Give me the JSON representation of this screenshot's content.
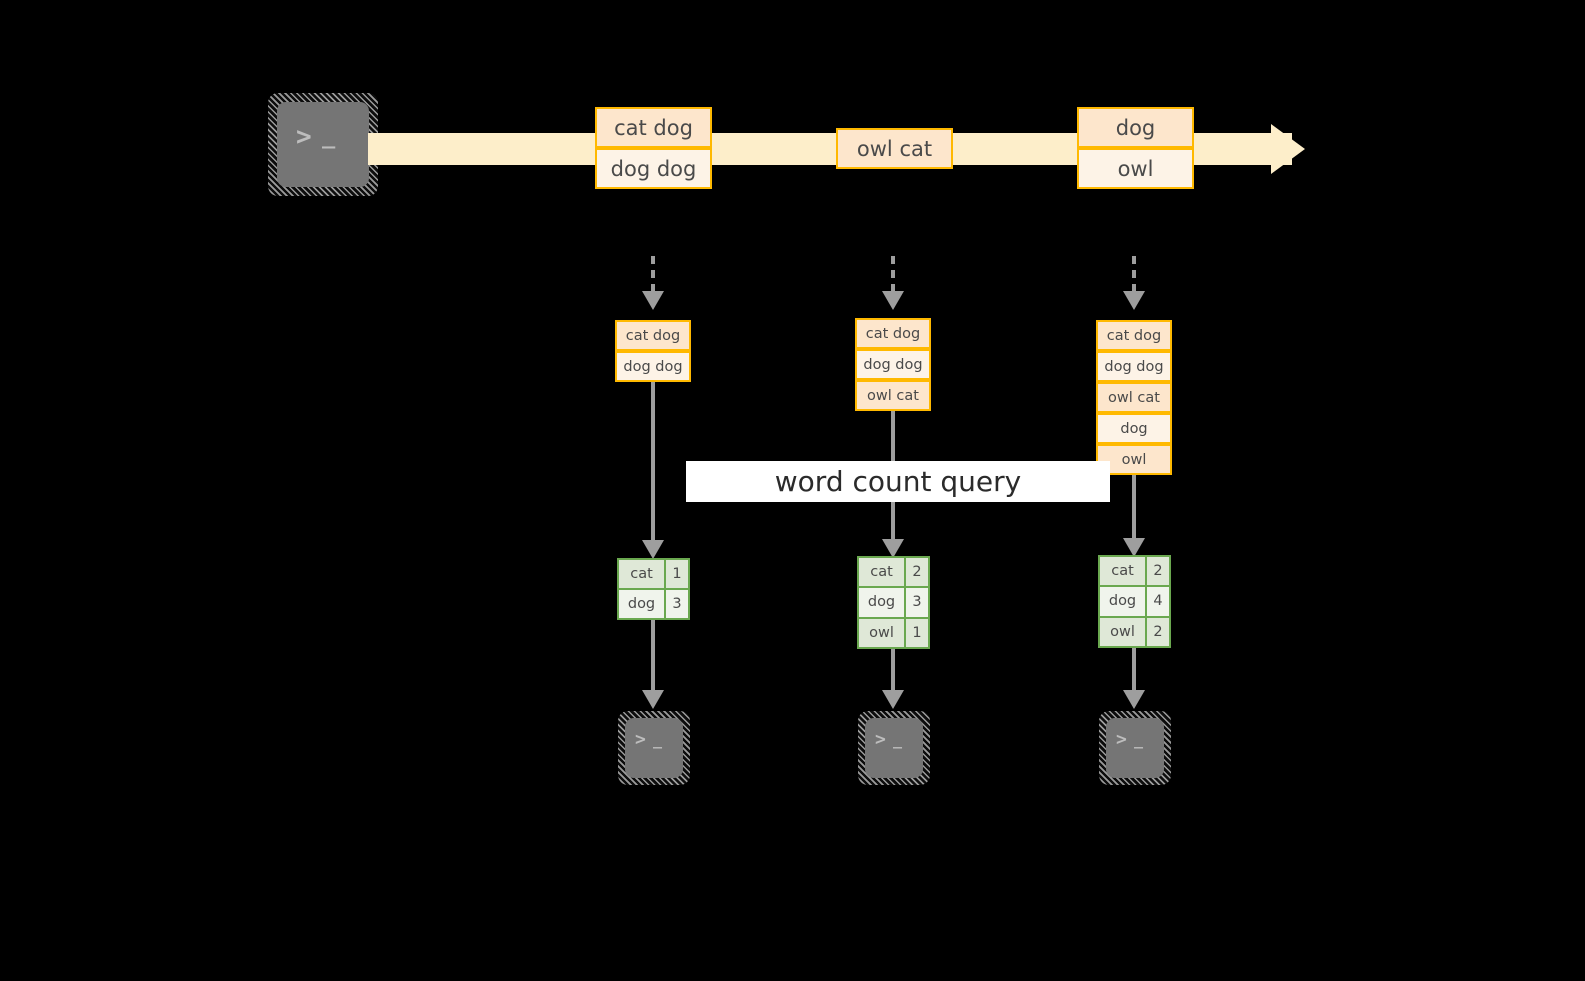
{
  "diagram": {
    "title": "word count streaming query",
    "colors": {
      "background": "#000000",
      "stream_fill": "#fdeeca",
      "record_border": "#ffb900",
      "record_fill_dark": "#fde6cc",
      "record_fill_light": "#fdf3e7",
      "table_border": "#6aa84f",
      "table_fill_dark": "#dfe8d7",
      "table_fill_light": "#f0f4ec",
      "connector": "#9e9e9e",
      "terminal_face": "#757575",
      "banner_fill": "#ffffff",
      "text": "#4a4a4a"
    }
  },
  "source": {
    "icon": "terminal-icon",
    "glyph_prompt": ">",
    "glyph_cursor": "_"
  },
  "stream": {
    "arrow_name": "event-stream-arrow",
    "groups": [
      {
        "name": "stream-group-1",
        "records": [
          {
            "text": "cat dog",
            "shade": "dark"
          },
          {
            "text": "dog dog",
            "shade": "light"
          }
        ]
      },
      {
        "name": "stream-group-2",
        "records": [
          {
            "text": "owl cat",
            "shade": "dark"
          }
        ]
      },
      {
        "name": "stream-group-3",
        "records": [
          {
            "text": "dog",
            "shade": "dark"
          },
          {
            "text": "owl",
            "shade": "light"
          }
        ]
      }
    ]
  },
  "banner": {
    "label": "word count query"
  },
  "columns": [
    {
      "name": "trigger-1",
      "input_records": [
        {
          "text": "cat dog",
          "shade": "dark"
        },
        {
          "text": "dog dog",
          "shade": "light"
        }
      ],
      "result": {
        "rows": [
          {
            "key": "cat",
            "value": "1",
            "shade": "dark"
          },
          {
            "key": "dog",
            "value": "3",
            "shade": "light"
          }
        ]
      },
      "sink_icon": "terminal-icon"
    },
    {
      "name": "trigger-2",
      "input_records": [
        {
          "text": "cat dog",
          "shade": "dark"
        },
        {
          "text": "dog dog",
          "shade": "light"
        },
        {
          "text": "owl cat",
          "shade": "dark"
        }
      ],
      "result": {
        "rows": [
          {
            "key": "cat",
            "value": "2",
            "shade": "dark"
          },
          {
            "key": "dog",
            "value": "3",
            "shade": "light"
          },
          {
            "key": "owl",
            "value": "1",
            "shade": "dark"
          }
        ]
      },
      "sink_icon": "terminal-icon"
    },
    {
      "name": "trigger-3",
      "input_records": [
        {
          "text": "cat dog",
          "shade": "dark"
        },
        {
          "text": "dog dog",
          "shade": "light"
        },
        {
          "text": "owl cat",
          "shade": "dark"
        },
        {
          "text": "dog",
          "shade": "light"
        },
        {
          "text": "owl",
          "shade": "dark"
        }
      ],
      "result": {
        "rows": [
          {
            "key": "cat",
            "value": "2",
            "shade": "dark"
          },
          {
            "key": "dog",
            "value": "4",
            "shade": "light"
          },
          {
            "key": "owl",
            "value": "2",
            "shade": "dark"
          }
        ]
      },
      "sink_icon": "terminal-icon"
    }
  ]
}
